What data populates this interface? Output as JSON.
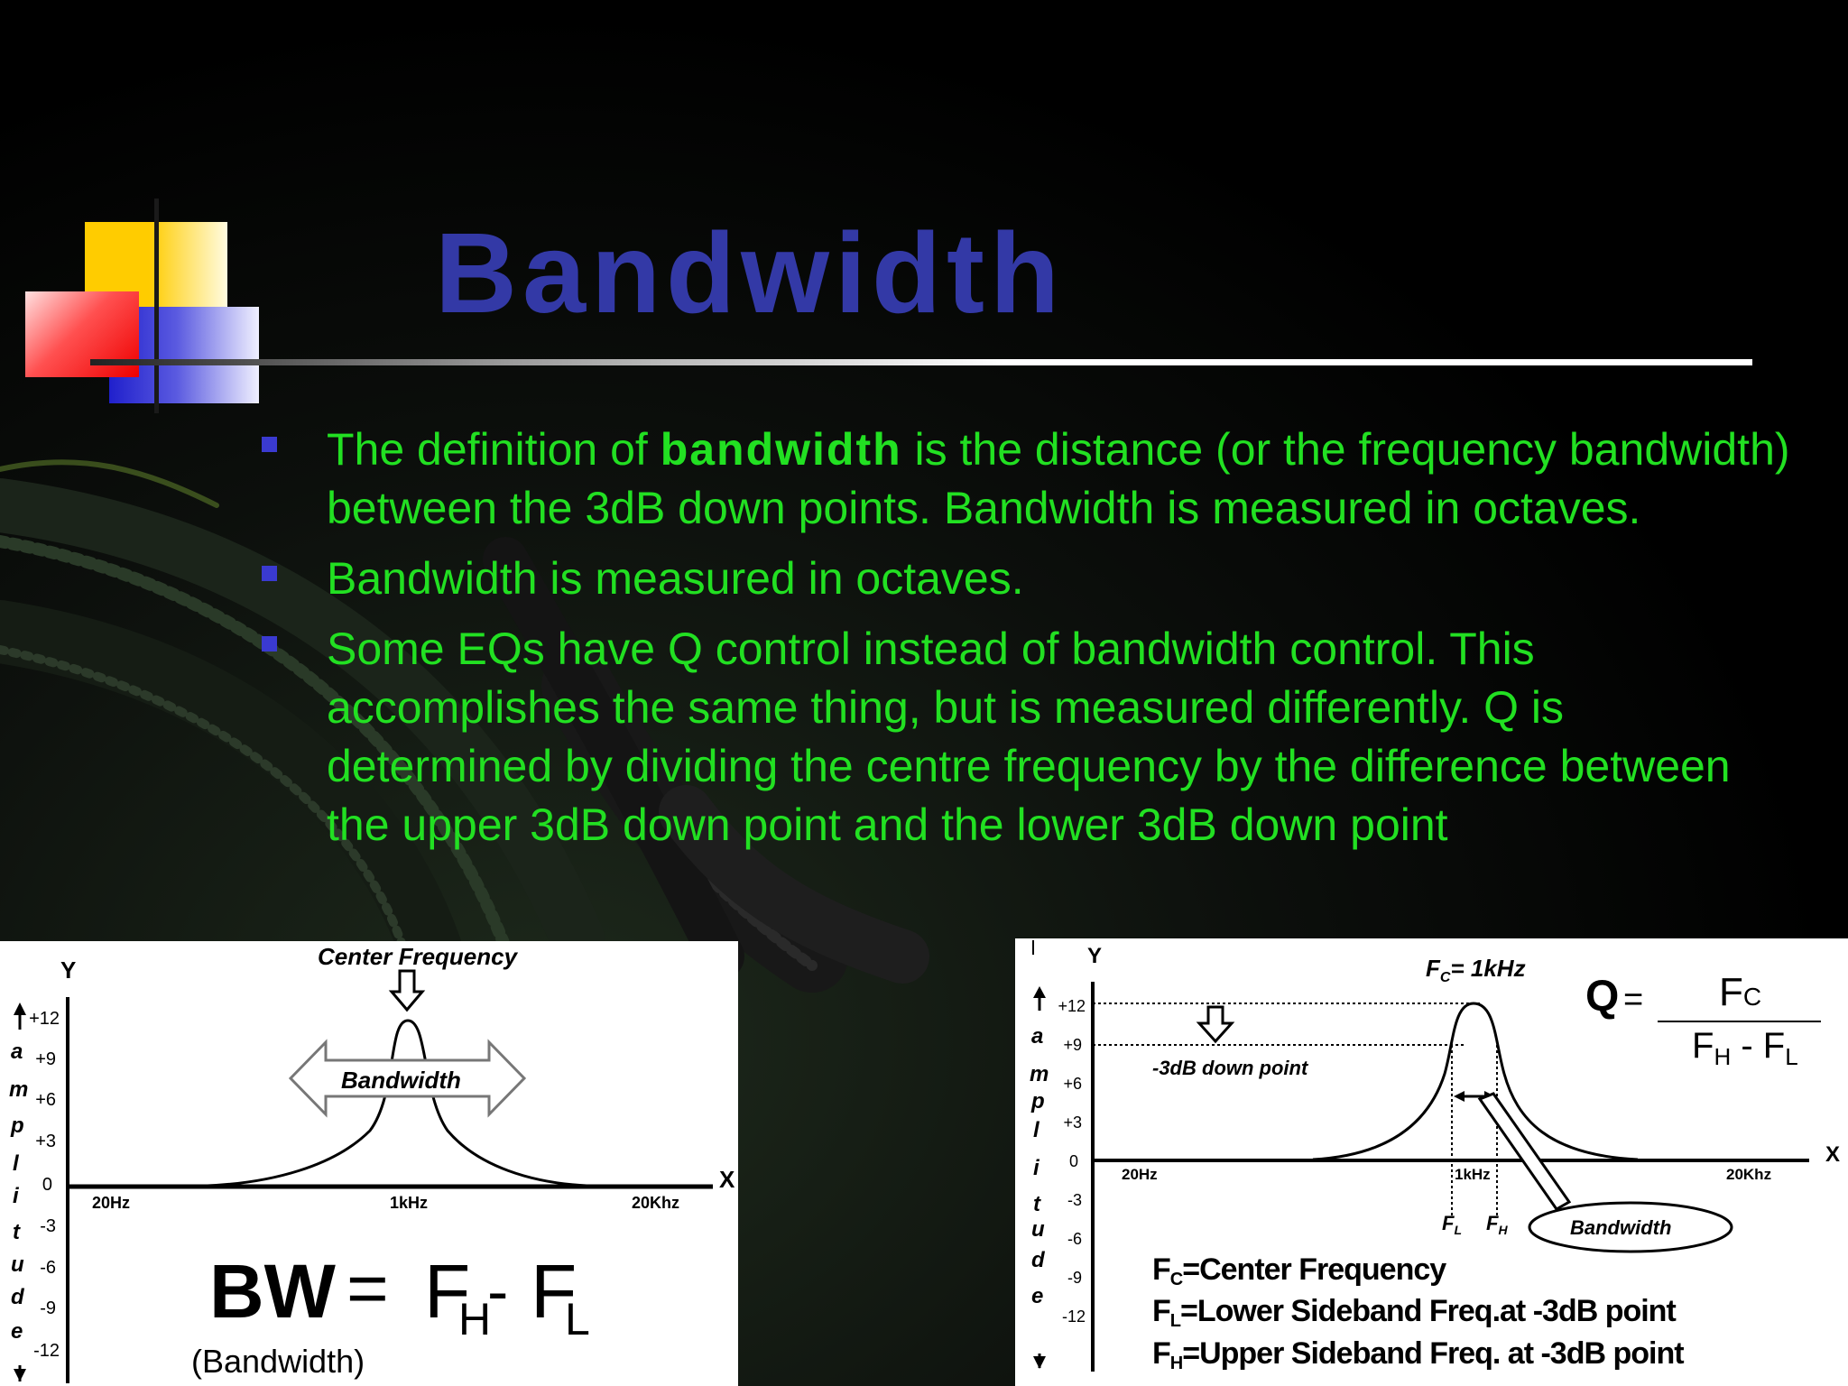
{
  "slide": {
    "title": "Bandwidth",
    "bullets": [
      {
        "pre": "The definition of ",
        "bold": "bandwidth",
        "post": " is the distance (or the frequency bandwidth) between the 3dB down points. Bandwidth is measured in octaves."
      },
      {
        "pre": "Bandwidth is measured in octaves.",
        "bold": "",
        "post": ""
      },
      {
        "pre": "Some EQs have Q control instead of bandwidth control. This accomplishes the same thing, but is measured differently. Q is determined by dividing the centre frequency by the difference between the upper 3dB down point and the lower 3dB down point",
        "bold": "",
        "post": ""
      }
    ],
    "colors": {
      "title": "#3339a6",
      "bullet_text": "#22e022",
      "bullet_marker": "#3a3ad0",
      "deco_yellow": "#ffcc00",
      "deco_red": "#ee1111",
      "deco_blue": "#2a2ad0"
    }
  },
  "left_diagram": {
    "y_axis_label": "Y",
    "x_axis_label": "X",
    "amplitude_letters": [
      "a",
      "m",
      "p",
      "l",
      "i",
      "t",
      "u",
      "d",
      "e"
    ],
    "y_ticks": [
      "+12",
      "+9",
      "+6",
      "+3",
      "0",
      "-3",
      "-6",
      "-9",
      "-12"
    ],
    "x_ticks": [
      "20Hz",
      "1kHz",
      "20Khz"
    ],
    "center_frequency_label": "Center Frequency",
    "bandwidth_label": "Bandwidth",
    "formula": {
      "lhs": "BW",
      "eq": "=",
      "fh": "F",
      "fh_sub": "H",
      "minus": " - ",
      "fl": "F",
      "fl_sub": "L"
    },
    "formula_caption": "(Bandwidth)"
  },
  "right_diagram": {
    "y_axis_label": "Y",
    "x_axis_label": "X",
    "amplitude_letters": [
      "a",
      "m",
      "p",
      "l",
      "i",
      "t",
      "u",
      "d",
      "e"
    ],
    "y_ticks": [
      "+12",
      "+9",
      "+6",
      "+3",
      "0",
      "-3",
      "-6",
      "-9",
      "-12"
    ],
    "x_ticks": [
      "20Hz",
      "1kHz",
      "20Khz"
    ],
    "fc_label": "1kHz",
    "down_point_label": "-3dB down point",
    "fl_label": "F",
    "fl_sub": "L",
    "fh_label": "F",
    "fh_sub": "H",
    "bandwidth_label": "Bandwidth",
    "q_formula": {
      "q": "Q",
      "eq": "=",
      "num": "F",
      "num_sub": "C",
      "den_a": "F",
      "den_a_sub": "H",
      "den_minus": " - ",
      "den_b": "F",
      "den_b_sub": "L"
    },
    "legend": [
      {
        "sym": "F",
        "sub": "C",
        "text": "=Center Frequency"
      },
      {
        "sym": "F",
        "sub": "L",
        "text": "=Lower Sideband Freq.at -3dB point"
      },
      {
        "sym": "F",
        "sub": "H",
        "text": "=Upper Sideband Freq. at -3dB point"
      }
    ]
  }
}
